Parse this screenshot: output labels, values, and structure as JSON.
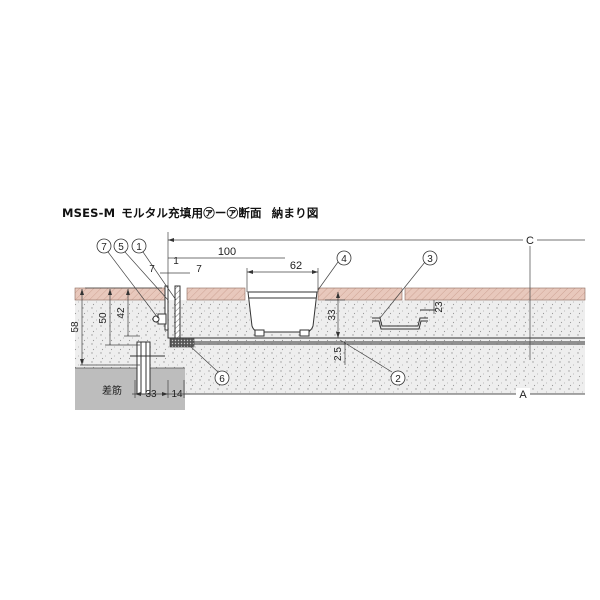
{
  "title": {
    "model": "MSES-M",
    "description": "モルタル充填用",
    "section_from": "㋐",
    "dash": "ー",
    "section_to": "㋐",
    "section_label": "断面",
    "suffix": "納まり図"
  },
  "callouts": [
    "7",
    "5",
    "1",
    "4",
    "3",
    "2",
    "6"
  ],
  "dimensions": {
    "d100": "100",
    "d62": "62",
    "d7a": "7",
    "d1": "1",
    "d7b": "7",
    "d58": "58",
    "d50": "50",
    "d42": "42",
    "d33v": "33",
    "d23": "23",
    "d25": "2.5",
    "d33h": "33",
    "d14": "14",
    "dC": "C",
    "dA": "A"
  },
  "labels": {
    "rebar": "差筋"
  },
  "colors": {
    "tile": "#e8c8bc",
    "mortar": "#eeeeee",
    "slab": "#bdbdbd",
    "line": "#333333"
  }
}
